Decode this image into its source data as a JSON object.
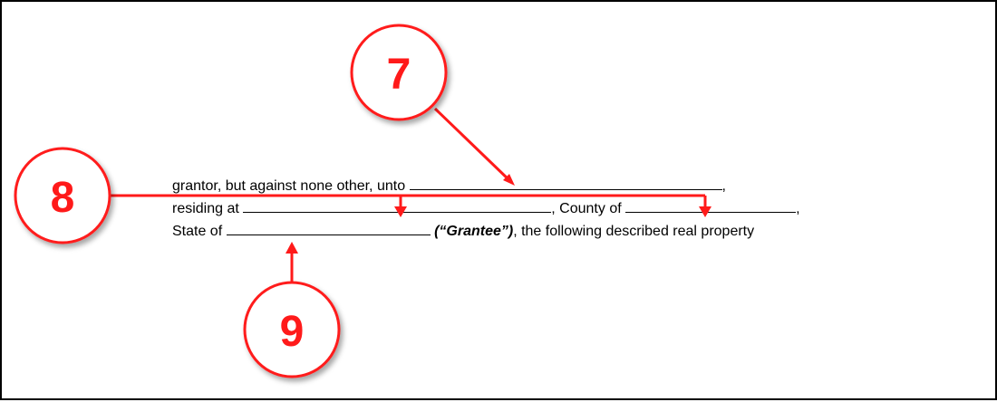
{
  "document": {
    "line1": {
      "text": "grantor, but against none other, unto",
      "end": ","
    },
    "line2": {
      "prefix": "residing at",
      "county": ", County of",
      "end": ","
    },
    "line3": {
      "prefix": "State of",
      "grantee": "(“Grantee”)",
      "suffix": ", the following described real property"
    }
  },
  "callouts": [
    {
      "label": "7"
    },
    {
      "label": "8"
    },
    {
      "label": "9"
    }
  ],
  "colors": {
    "callout": "#ff1a1a",
    "text": "#000000",
    "border": "#000000"
  }
}
